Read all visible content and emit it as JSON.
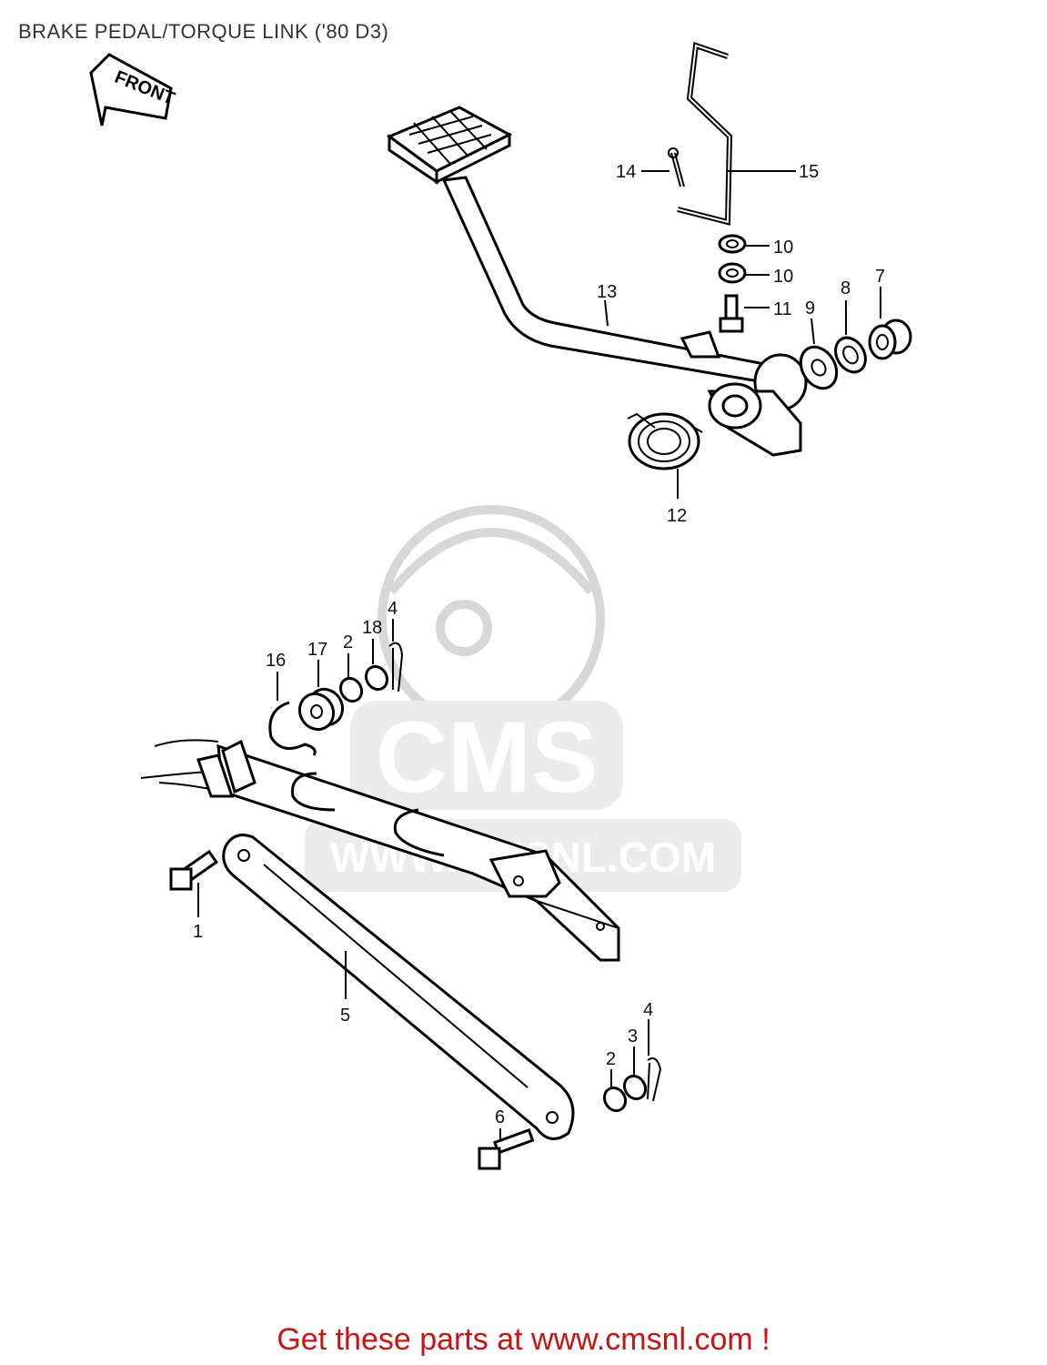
{
  "title": "BRAKE PEDAL/TORQUE LINK ('80 D3)",
  "front_arrow_label": "FRONT",
  "watermark": {
    "brand": "CMS",
    "url": "WWW.CMSNL.COM"
  },
  "footer": "Get these parts at www.cmsnl.com !",
  "callouts": {
    "c1": "1",
    "c2a": "2",
    "c2b": "2",
    "c3": "3",
    "c4a": "4",
    "c4b": "4",
    "c5": "5",
    "c6": "6",
    "c7": "7",
    "c8": "8",
    "c9": "9",
    "c10a": "10",
    "c10b": "10",
    "c11": "11",
    "c12": "12",
    "c13": "13",
    "c14": "14",
    "c15": "15",
    "c16": "16",
    "c17": "17",
    "c18": "18"
  },
  "colors": {
    "footer_text": "#cc1111",
    "title_text": "#333333",
    "watermark": "#d8d8d8"
  }
}
